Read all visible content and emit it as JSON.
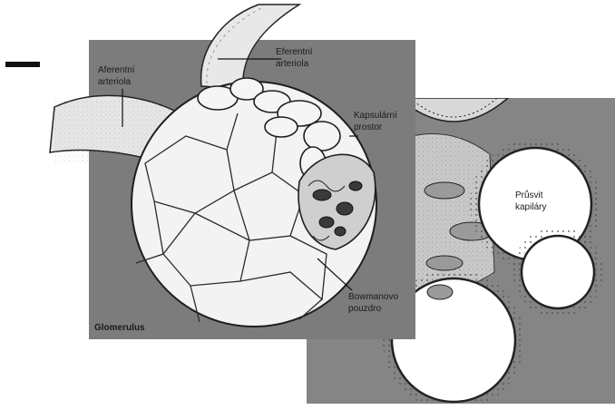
{
  "labels": {
    "afferent": [
      "Aferentní",
      "arteriola"
    ],
    "efferent": [
      "Eferentní",
      "arteriola"
    ],
    "capsular_space": [
      "Kapsulární",
      "prostor"
    ],
    "bowman": [
      "Bowmanovo",
      "pouzdro"
    ],
    "capillary": [
      "Průsvit",
      "kapiláry"
    ],
    "glomerulus": "Glomerulus"
  },
  "colors": {
    "panel_left": "#7c7c7c",
    "panel_right": "#858585",
    "outline": "#1e1e1e",
    "cell_fill": "#f3f3f3"
  }
}
